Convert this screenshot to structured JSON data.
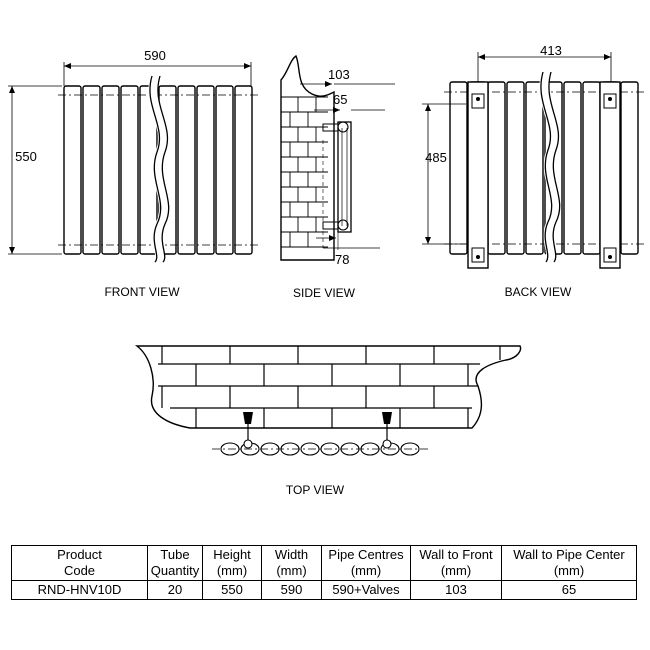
{
  "views": {
    "front": {
      "label": "FRONT VIEW",
      "dim_width": "590",
      "dim_height": "550"
    },
    "side": {
      "label": "SIDE VIEW",
      "dim_wall_to_front": "103",
      "dim_wall_to_pipe": "65",
      "dim_pipe_offset": "78"
    },
    "back": {
      "label": "BACK VIEW",
      "dim_width": "413",
      "dim_height": "485"
    },
    "top": {
      "label": "TOP VIEW"
    }
  },
  "table": {
    "headers": [
      [
        "Product",
        "Code"
      ],
      [
        "Tube",
        "Quantity"
      ],
      [
        "Height",
        "(mm)"
      ],
      [
        "Width",
        "(mm)"
      ],
      [
        "Pipe Centres",
        "(mm)"
      ],
      [
        "Wall to Front",
        "(mm)"
      ],
      [
        "Wall to Pipe Center",
        "(mm)"
      ]
    ],
    "row": [
      "RND-HNV10D",
      "20",
      "550",
      "590",
      "590+Valves",
      "103",
      "65"
    ]
  },
  "colors": {
    "line": "#000000",
    "background": "#ffffff"
  }
}
